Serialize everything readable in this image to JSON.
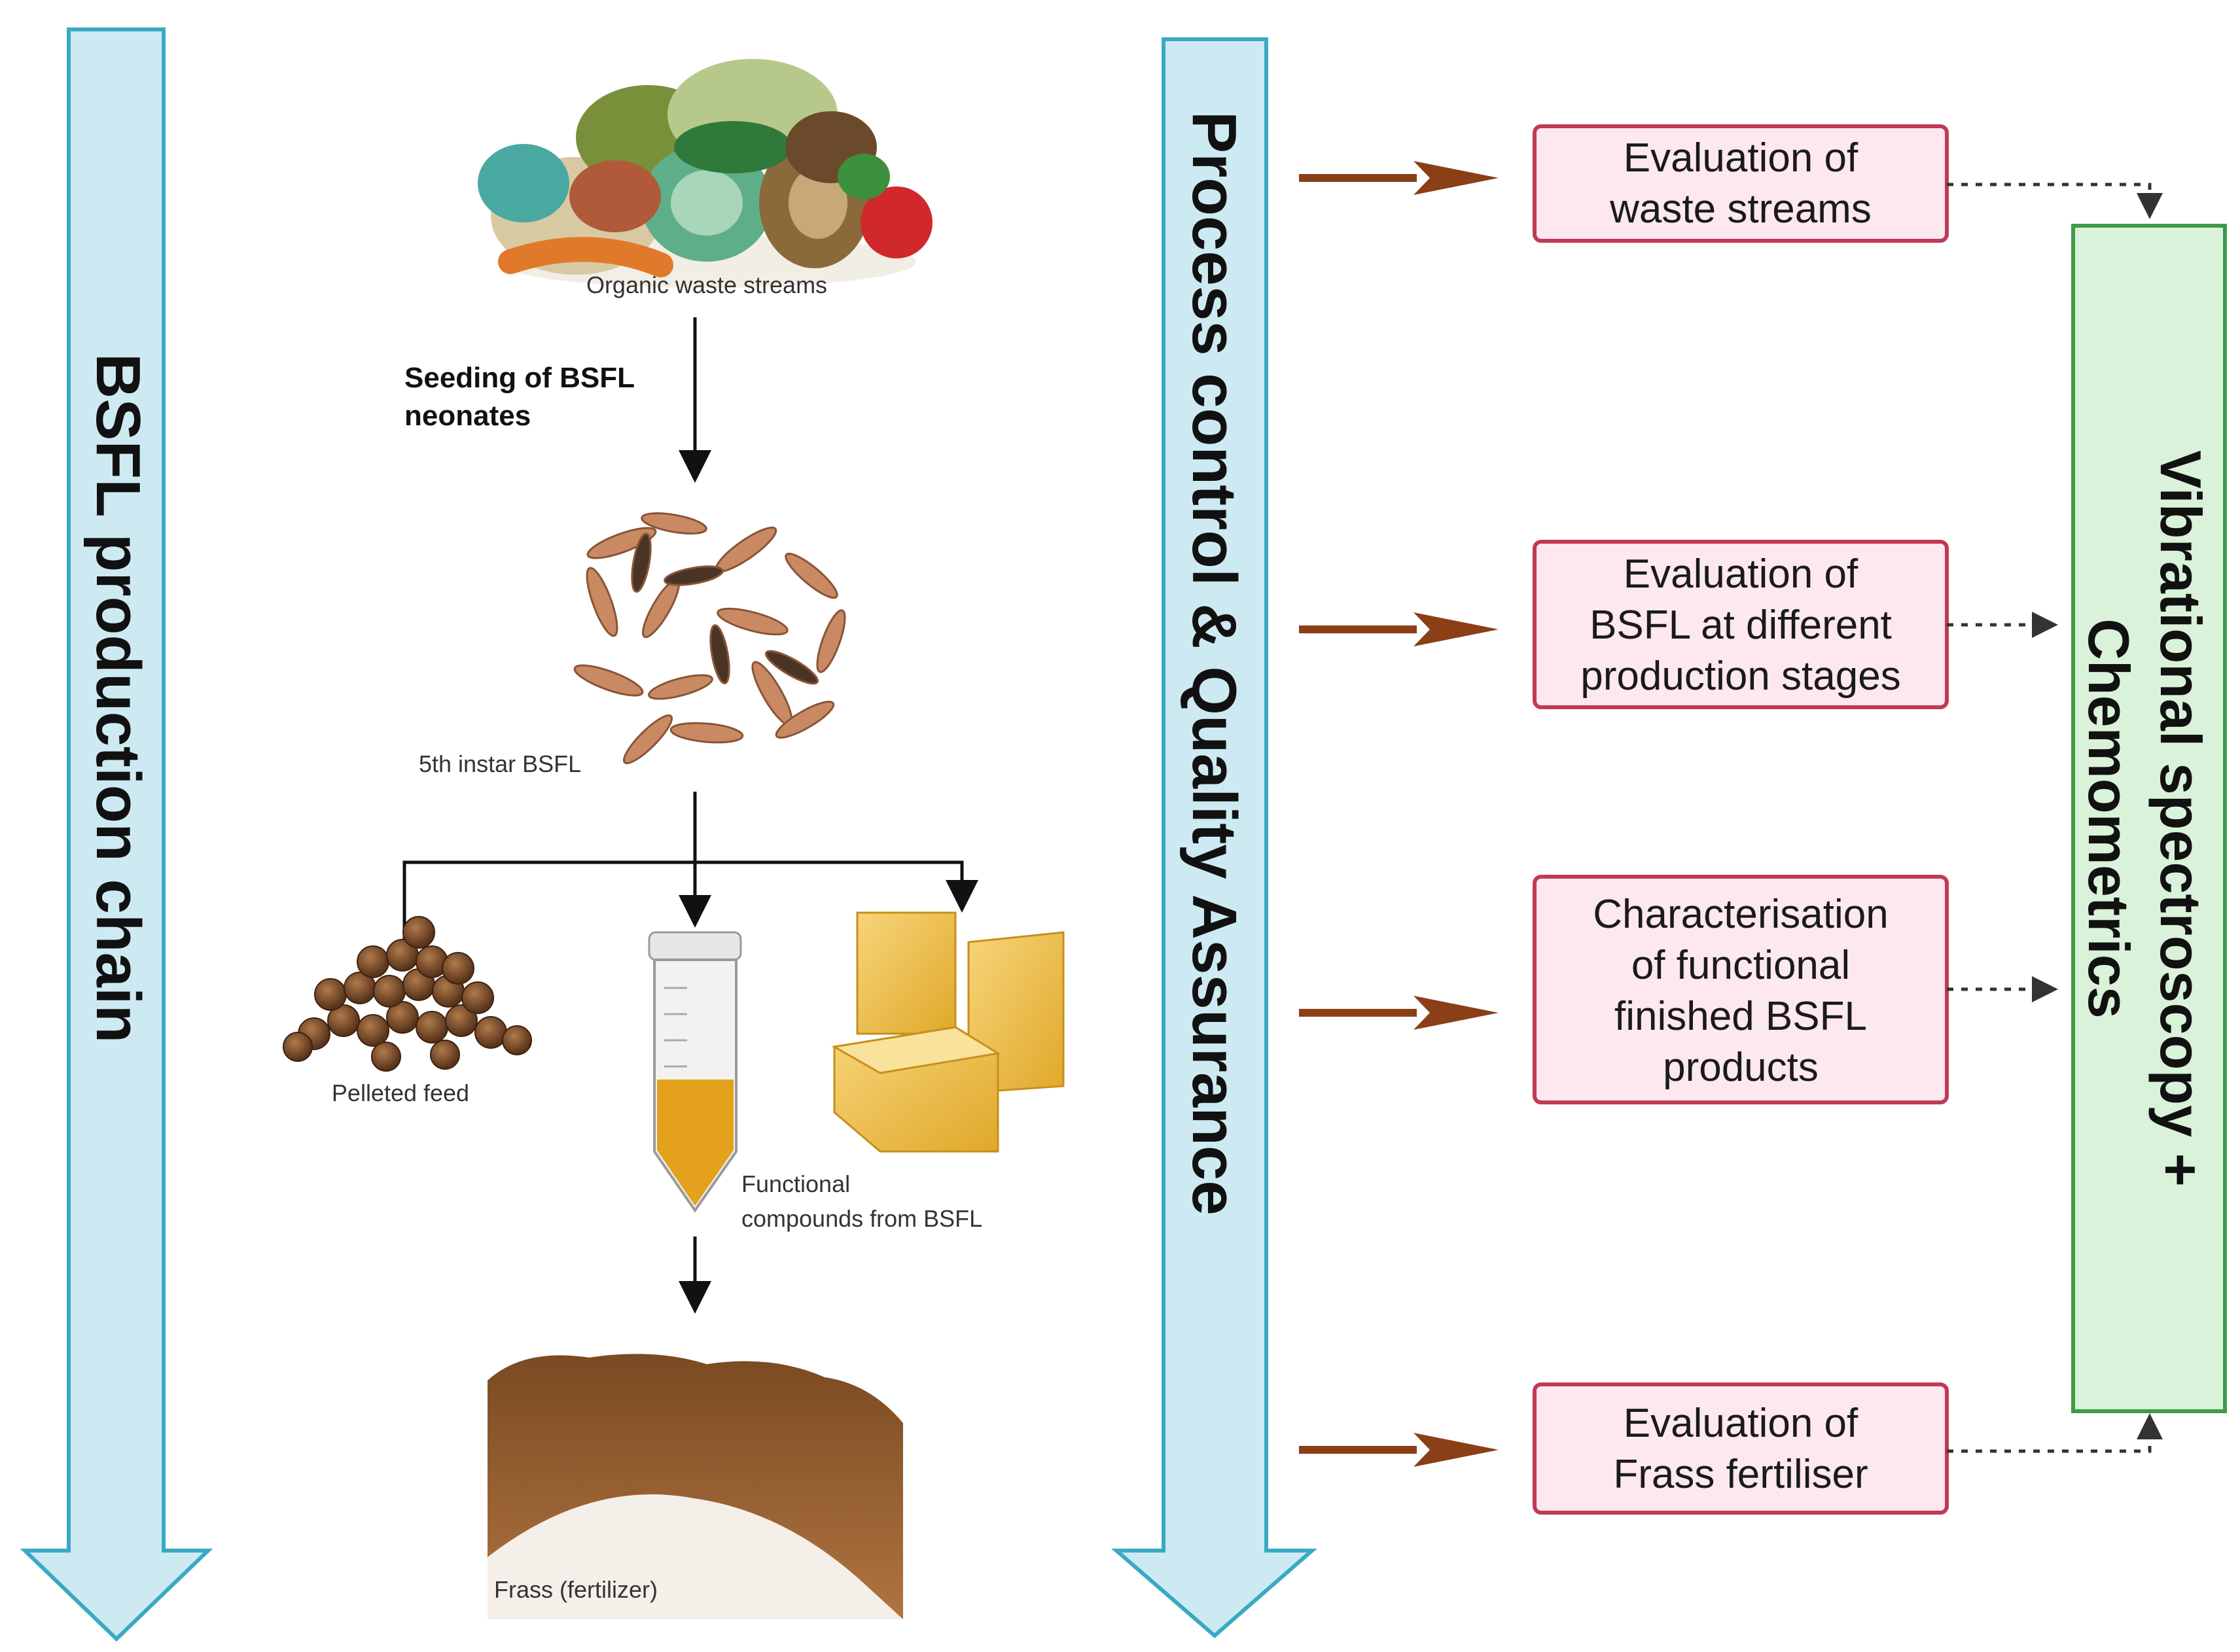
{
  "colors": {
    "blue_arrow_fill": "#cdeaf2",
    "blue_arrow_stroke": "#3aa9c4",
    "pink_box_fill": "#fce8ee",
    "pink_box_stroke": "#c03a55",
    "green_box_fill": "#d9f2d9",
    "green_box_stroke": "#3e9c48",
    "brown_arrow": "#8a3f17"
  },
  "left_arrow": {
    "label": "BSFL production chain"
  },
  "middle_arrow": {
    "label": "Process control & Quality Assurance"
  },
  "production_chain": {
    "waste_label": "Organic waste streams",
    "seeding_label_line1": "Seeding of BSFL",
    "seeding_label_line2": "neonates",
    "larvae_label": "5th instar BSFL",
    "pellet_label": "Pelleted feed",
    "functional_label_line1": "Functional",
    "functional_label_line2": "compounds from BSFL",
    "frass_label": "Frass (fertilizer)"
  },
  "qa_boxes": [
    {
      "lines": [
        "Evaluation of",
        "waste streams"
      ]
    },
    {
      "lines": [
        "Evaluation of",
        "BSFL at different",
        "production stages"
      ]
    },
    {
      "lines": [
        "Characterisation",
        "of functional",
        "finished BSFL",
        "products"
      ]
    },
    {
      "lines": [
        "Evaluation of",
        "Frass fertiliser"
      ]
    }
  ],
  "green_box": {
    "line1": "Vibrational spectroscopy +",
    "line2": "Chemometrics"
  }
}
